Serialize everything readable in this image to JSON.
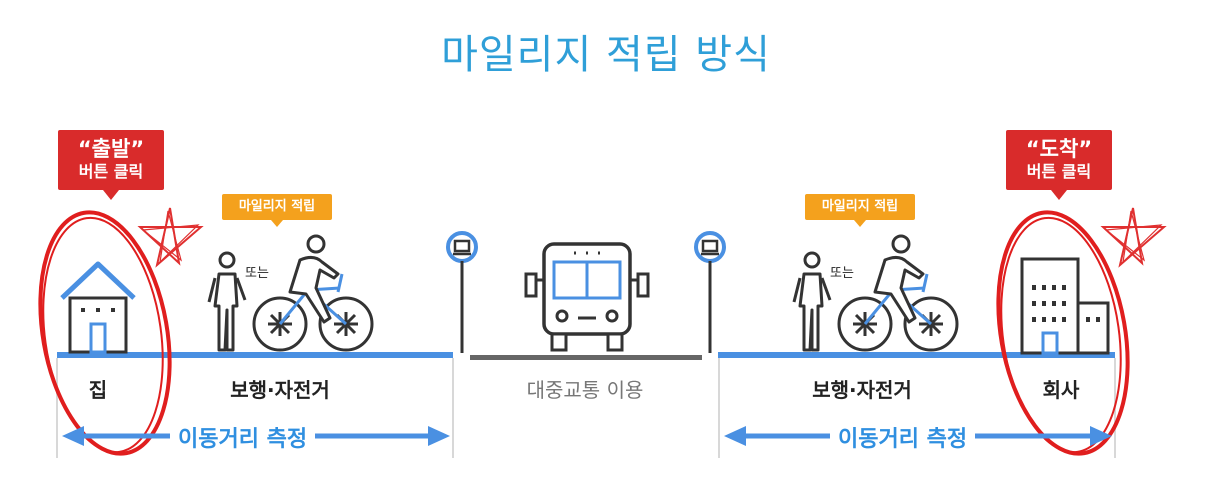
{
  "title": "마일리지 적립 방식",
  "start_badge": {
    "line1": "“출발”",
    "line2": "버튼 클릭"
  },
  "end_badge": {
    "line1": "“도착”",
    "line2": "버튼 클릭"
  },
  "mileage_tag_left": "마일리지 적립",
  "mileage_tag_right": "마일리지 적립",
  "or_left": "또는",
  "or_right": "또는",
  "labels": {
    "home": "집",
    "walk_bike_left": "보행·자전거",
    "public_transit": "대중교통 이용",
    "walk_bike_right": "보행·자전거",
    "company": "회사"
  },
  "measure_left": "이동거리 측정",
  "measure_right": "이동거리 측정",
  "colors": {
    "blue": "#2f8fe0",
    "title": "#2f9fd8",
    "red": "#d92b2b",
    "orange": "#f4a11d",
    "gray": "#888888"
  }
}
